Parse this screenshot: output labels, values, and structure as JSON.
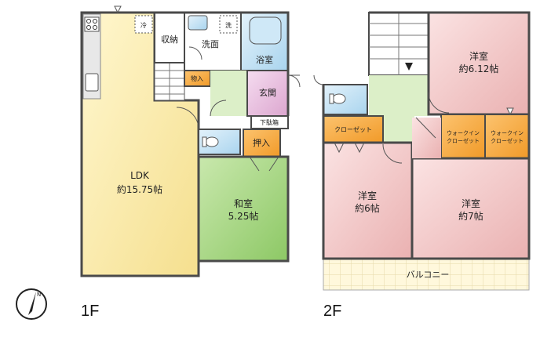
{
  "floors": {
    "first": {
      "label": "1F",
      "rooms": {
        "ldk_name": "LDK",
        "ldk_size": "約15.75帖",
        "washitsu_name": "和室",
        "washitsu_size": "5.25帖",
        "shuno": "収納",
        "senmen": "洗面",
        "yokushitsu": "浴室",
        "genkan": "玄関",
        "monoire": "物入",
        "oshiire": "押入",
        "getabako": "下駄箱",
        "rei_mark": "冷",
        "sen_mark": "洗"
      }
    },
    "second": {
      "label": "2F",
      "rooms": {
        "yoshitsu_a_name": "洋室",
        "yoshitsu_a_size": "約6.12帖",
        "yoshitsu_b_name": "洋室",
        "yoshitsu_b_size": "約6帖",
        "yoshitsu_c_name": "洋室",
        "yoshitsu_c_size": "約7帖",
        "closet": "クローゼット",
        "walkin_1_line1": "ウォークイン",
        "walkin_1_line2": "クローゼット",
        "walkin_2_line1": "ウォークイン",
        "walkin_2_line2": "クローゼット",
        "balcony": "バルコニー"
      }
    }
  },
  "compass": {
    "north_label": "N"
  },
  "colors": {
    "ldk": "#fbeba8",
    "washitsu": "#a8d683",
    "yoshitsu": "#f2c4c4",
    "closet": "#f8a83c",
    "wet": "#bfe0f2",
    "genkan": "#e7b9dd",
    "hall": "#dcefc8",
    "balcony": "#fff6d2",
    "wall": "#4a4a4a"
  }
}
